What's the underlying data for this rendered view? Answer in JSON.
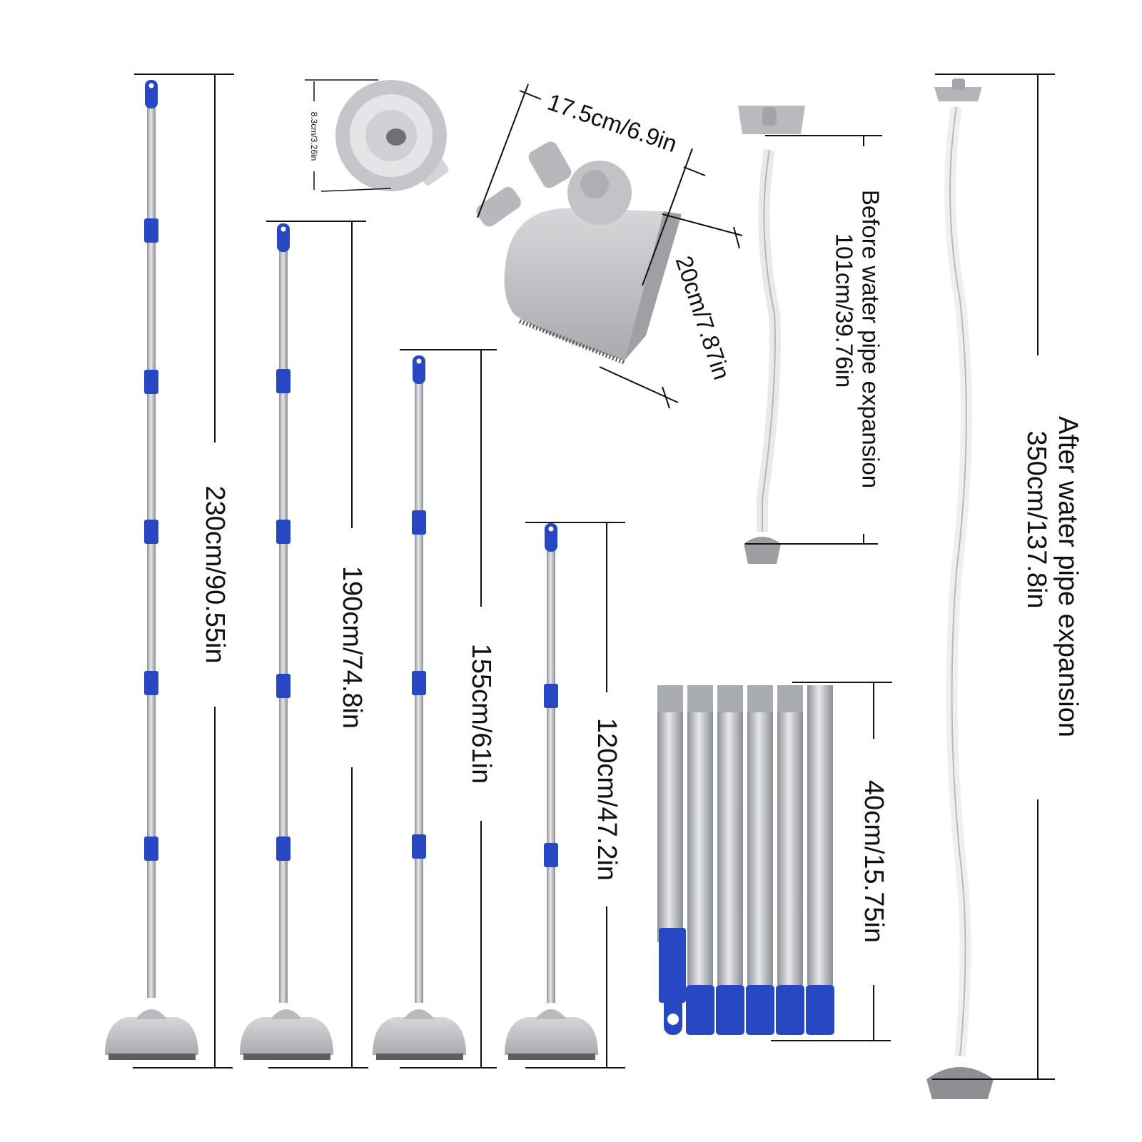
{
  "image": {
    "description_free": true
  },
  "colors": {
    "pole_metal": "#b9bcc0",
    "pole_metal_dark": "#8f9296",
    "pole_blue": "#2748c2",
    "head_gray": "#c9cacc",
    "head_gray_dark": "#9a9b9e",
    "hose_white": "#f2f3f3",
    "dimension_line": "#111111"
  },
  "labels": {
    "pole_230": "230cm/90.55in",
    "pole_190": "190cm/74.8in",
    "pole_155": "155cm/61in",
    "pole_120": "120cm/47.2in",
    "nozzle": "8.3cm/3.26in",
    "head_width": "17.5cm/6.9in",
    "head_depth": "20cm/7.87in",
    "hose_before_line1": "Before water pipe expansion",
    "hose_before_line2": "101cm/39.76in",
    "hose_after_line1": "After water pipe expansion",
    "hose_after_line2": "350cm/137.8in",
    "segments": "40cm/15.75in"
  },
  "icons": {
    "pole": "telescopic-pole-icon",
    "vacuum_head": "vacuum-head-icon",
    "nozzle": "swivel-nozzle-icon",
    "hose": "flexible-hose-icon",
    "segment": "pole-segment-icon"
  }
}
